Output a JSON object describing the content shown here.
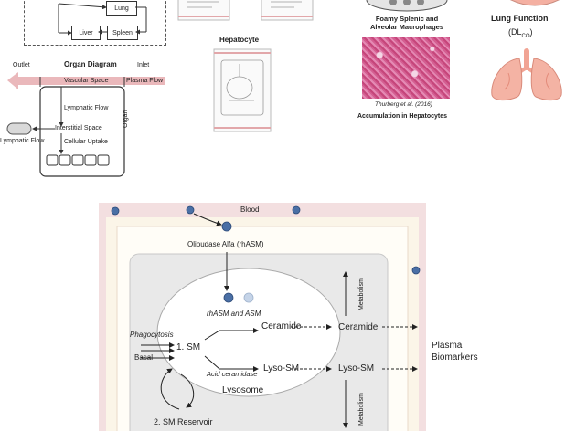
{
  "top_left": {
    "lung": "Lung",
    "liver": "Liver",
    "spleen": "Spleen"
  },
  "organ_diagram": {
    "title": "Organ Diagram",
    "outlet": "Outlet",
    "inlet": "Inlet",
    "vascular_space": "Vascular Space",
    "plasma_flow": "Plasma Flow",
    "lymphatic_flow_top": "Lymphatic Flow",
    "interstitial_space": "Interstitial Space",
    "lymphatic_flow_left": "Lymphatic Flow",
    "cellular_uptake": "Cellular Uptake",
    "organ": "Organ"
  },
  "hepatocyte": {
    "title": "Hepatocyte"
  },
  "macrophages": {
    "caption": "Foamy Splenic and\nAlveolar Macrophages",
    "citation": "Thurberg et al. (2016)",
    "accumulation": "Accumulation in Hepatocytes"
  },
  "lung_function": {
    "title": "Lung Function",
    "dl": "(DL",
    "dl_sub": "CO",
    "dl_close": ")"
  },
  "main": {
    "blood": "Blood",
    "olipudase": "Olipudase Alfa (rhASM)",
    "rhasm_asm": "rhASM and ASM",
    "ceramide_inner": "Ceramide",
    "ceramide_outer": "Ceramide",
    "phagocytosis": "Phagocytosis",
    "basal": "Basal",
    "sm": "1. SM",
    "acid_ceramidase": "Acid ceramidase",
    "lyso_sm_inner": "Lyso-SM",
    "lyso_sm_outer": "Lyso-SM",
    "lysosome": "Lysosome",
    "metabolism_top": "Metabolism",
    "metabolism_bottom": "Metabolism",
    "plasma_biomarkers": "Plasma\nBiomarkers",
    "sm_reservoir": "2. SM Reservoir"
  },
  "colors": {
    "pink_band": "#e8c4c6",
    "pink_arrow": "#eab8bb",
    "dot_blue": "#4a6fa5",
    "dot_light": "#c5d4e8",
    "cell_gray": "#e9e9e9",
    "lung_pink": "#f2a99a"
  }
}
